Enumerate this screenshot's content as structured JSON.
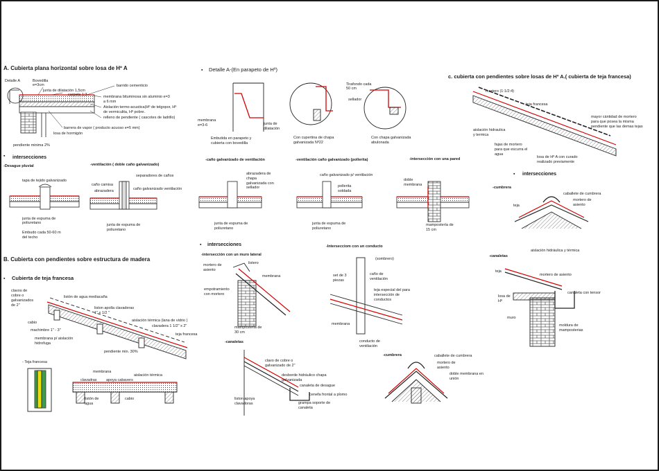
{
  "colors": {
    "line": "#222222",
    "red": "#d40000",
    "green": "#1e8a2e",
    "yellow": "#e8e000",
    "hatch": "#555555"
  },
  "sections": {
    "A": "A.  Cubierta plana horizontal sobre losa de Hº A",
    "B": "B.  Cubierta con pendientes sobre estructura de madera",
    "B1": "Cubierta de teja francesa",
    "C": "c.  cubierta con pendientes sobre losas de Hº A.( cubierta de teja francesa)",
    "detA": "Detalle A-(En parapeto de Hº)",
    "inter1": "intersecciones",
    "inter2": "intersecciones",
    "inter3": "intersecciones"
  },
  "flat": {
    "detalle_a": "Detalle A",
    "bovedilla": "Bovedilla",
    "bovedilla_e": "e=3cm",
    "barrido": "barrido cementicio",
    "junta": "junta de dilatación 1,5cm",
    "carpeta": "carpeta 1:3",
    "membrana1": "membrana bituminosa sin aluminio e=3",
    "membrana2": "a 6 mm",
    "aislacion1": "Aislación termo-acustica(Hº de telgopor, Hº",
    "aislacion2": "de vermiculita, Hº pobre.",
    "relleno": "relleno de pendiente ( cascotes de ladrillo)",
    "barrera": "barrera de vapor ( producto acuoso e=5 mm)",
    "losa": "losa de hormigón",
    "pendiente": "pendiente minima 2%"
  },
  "parapet": {
    "membrana": "membrana",
    "membrana_e": "e=3-6",
    "junta1": "junta de",
    "junta2": "dilatación",
    "emb1": "Embutida en parapeto y",
    "emb2": "cubierta con bovedilla",
    "tira1": "Tirafondo cada",
    "tira2": "50 cm",
    "sellador": "sellador",
    "cop1": "Con cupertina de chapa",
    "cop2": "galvanizada Nº22",
    "chapa1": "Con chapa galvanizada",
    "chapa2": "abulonada"
  },
  "inter_row": {
    "desague": "-Desague pluvial",
    "tapa": "tapa de tejido galvanizado",
    "junta_esp1": "junta de espuma de",
    "junta_esp2": "poliuretano",
    "embudo1": "Embudo cada 50-60  m",
    "embudo2": "del techo",
    "vent": "-ventilación ( doble caño galvanizado)",
    "separadores": "separadores de caños",
    "cano_camisa": "caño camisa",
    "abrazadera": "abrazadera",
    "cano_galv_vent": "caño galvanizado ventilación",
    "junta_esp3": "junta de espuma de",
    "junta_esp4": "poliuretano",
    "cano_vent_title": "-caño galvanizado de ventilación",
    "abrazadera_chapa1": "abrazadera de",
    "abrazadera_chapa2": "chapa",
    "abrazadera_chapa3": "galvanizada con",
    "abrazadera_chapa4": "sellador",
    "junta_esp5": "junta de espuma de",
    "junta_esp6": "poliuretano",
    "vent_poll_title": "-ventilación caño galvanizado (pollerita)",
    "cano_galv_p": "caño galvanizado p/ ventilación",
    "pollerita1": "pollerita",
    "pollerita2": "soldada",
    "junta_esp7": "junta de espuma de",
    "junta_esp8": "poliuretano",
    "pared_title": "-intersección con una pared",
    "doble1": "doble",
    "doble2": "membrana",
    "mamp1": "mampostería de",
    "mamp2": "15 cm"
  },
  "teja": {
    "clavos1": "clavos de",
    "clavos2": "cobre o",
    "clavos3": "galvanizados",
    "clavos4": "de 2\"",
    "liston_agua": "listón de agua mediacaña",
    "liston_apolla1": "liston apolla clavaderas",
    "liston_apolla2": "1\" x 1/2 \"",
    "aislacion_termica": "aislación térmica (lana de vidrio )",
    "cabio": "cabio",
    "machimbre": "machimbre 1\" - 3\"",
    "clavadera": "clavadera 1 1/2\" x 2\"",
    "membrana_p1": "membrana p/ aislación",
    "membrana_p2": "hidrofuga",
    "teja_francesa": "teja francesa",
    "pendiente": "pendiente min. 30%",
    "teja_label": "- Teja francesa",
    "membrana": "membrana",
    "clavadras": "clavadras",
    "apoya": "apoya cabavers",
    "aislacion2": "aislación térmica",
    "liston_agua2a": "listón de",
    "liston_agua2b": "agua",
    "cabio2": "cabio"
  },
  "muro": {
    "title": "-intersección con un muro lateral",
    "listero": "listero",
    "mortero1": "mortero de",
    "mortero2": "asiento",
    "membrana": "membrana",
    "empot1": "empotramiento",
    "empot2": "con mortero",
    "mamp1": "mamposteria de",
    "mamp2": "30 cm"
  },
  "conducto": {
    "title": "-Intersecciom con un conducto",
    "sombrero": "(sombrero)",
    "set1": "set de 3",
    "set2": "piezas",
    "cano1": "caño de",
    "cano2": "ventilación",
    "teja1": "teja especial del para",
    "teja2": "intersección de",
    "teja3": "conductos",
    "membrana": "membrana",
    "conducto1": "conducto de",
    "conducto2": "ventilación"
  },
  "canaletas_mid": {
    "title": "-canaletas",
    "clavo1": "clavo de cobre o",
    "clavo2": "galvanizado de 2\"",
    "desborde1": "desborde hidráulico chapa",
    "desborde2": "galvanizada",
    "canaleta": "canaleta de desague",
    "cenefa": "cenefa frontal a plomo",
    "grampa1": "grampa soporte de",
    "grampa2": "canaleta",
    "liston1": "liston apoya",
    "liston2": "clavadoras"
  },
  "cumbrera_mid": {
    "title": "-cumbrera",
    "caballete": "caballete de cumbrera",
    "mortero1": "mortero de",
    "mortero2": "asiento",
    "doble1": "doble membrana en",
    "doble2": "unión"
  },
  "right": {
    "mortero": "mortero (1:1/2:4)",
    "teja_francesa": "teja francesa",
    "mayor1": "mayor cántidad de mortero",
    "mayor2": "para que posea la misma",
    "mayor3": "pendiente que las demas tejas",
    "aislacion1": "aislación hidraulica",
    "aislacion2": "y termica",
    "fajas1": "fajas de mortero",
    "fajas2": "para que escurra el",
    "fajas3": "agua",
    "losa1": "losa de Hº A con curado",
    "losa2": "realizado previamente",
    "cumbrera": "-cumbrera",
    "caballete": "caballete de cumbrera",
    "teja": "teja",
    "mortero_a1": "mortero de",
    "mortero_a2": "asiento",
    "aislacion_ht": "aislación hidráulica y térmica",
    "canaletas": "-canaletas",
    "teja2": "teja",
    "mortero_asiento": "mortero de asiento",
    "canaleta_tensor": "canaleta con tensor",
    "losa_h1": "losa de",
    "losa_h2": "Hº",
    "muro": "muro",
    "moldura1": "moldura de",
    "moldura2": "mamposterias"
  }
}
